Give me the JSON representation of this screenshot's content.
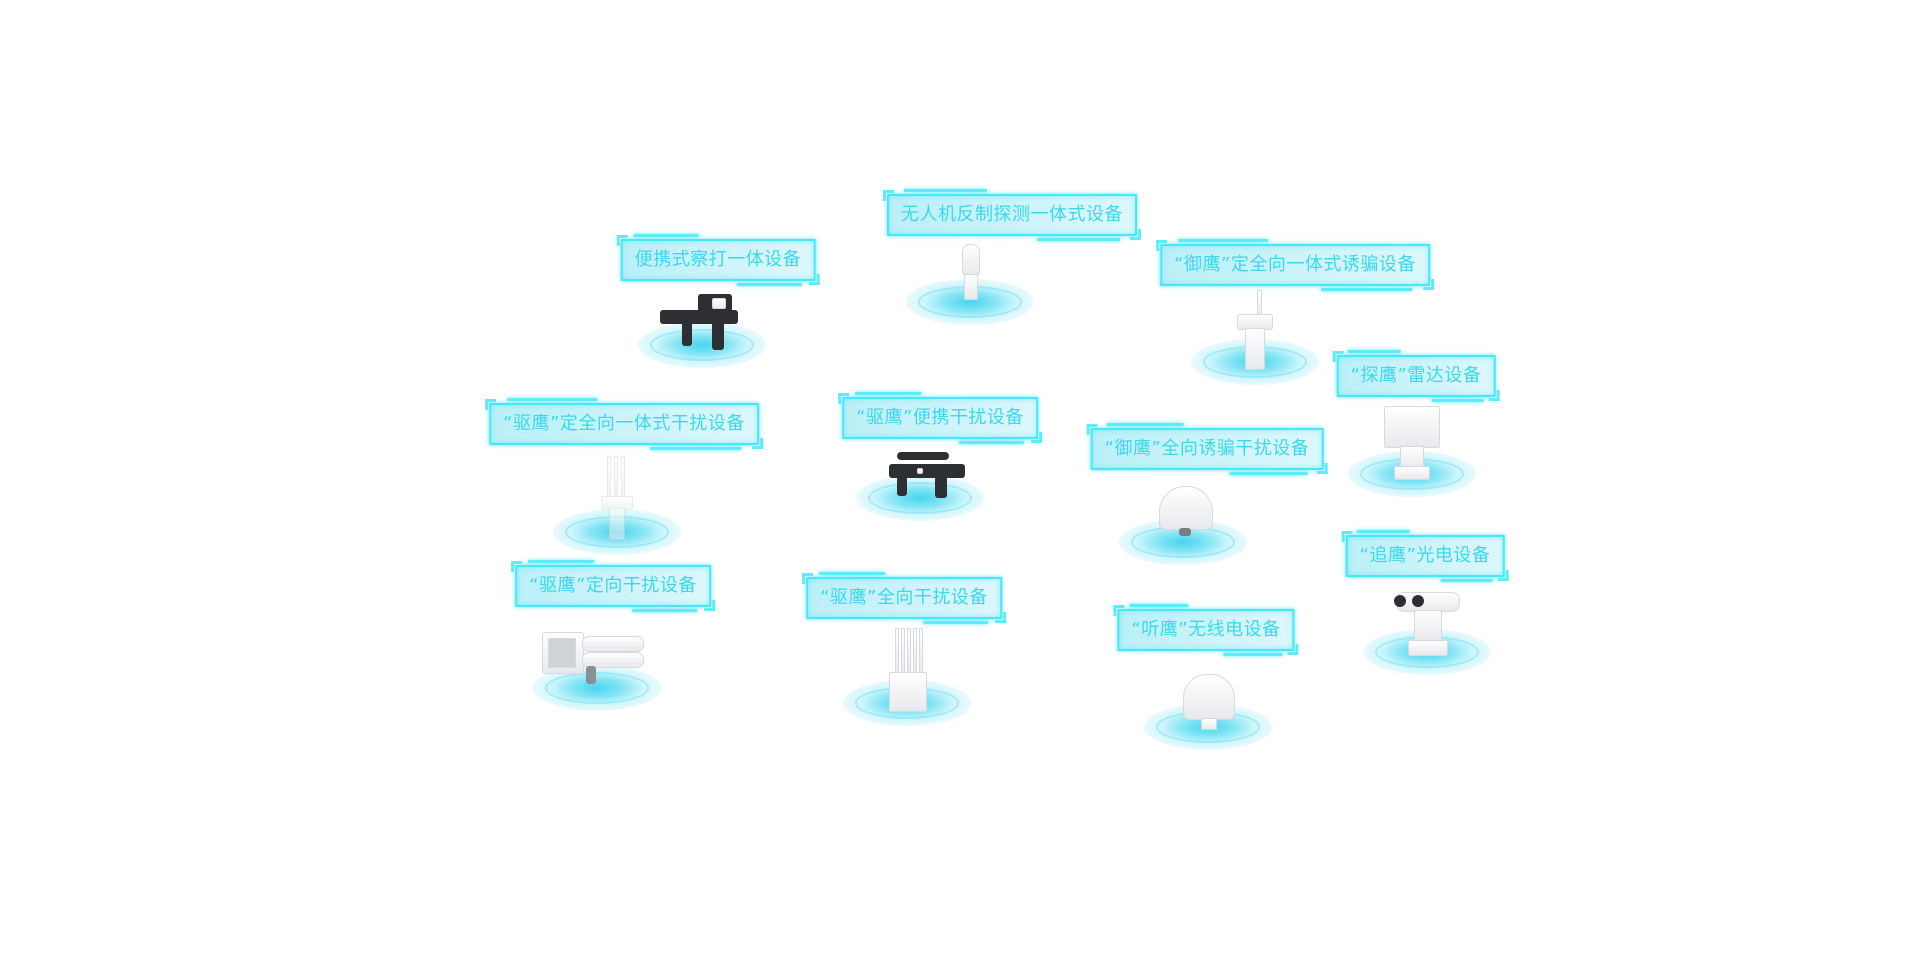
{
  "devices": [
    {
      "label": "无人机反制探测一体式设备",
      "icon": "detector-pole-icon"
    },
    {
      "label": "便携式察打一体设备",
      "icon": "handheld-jammer-gun-icon"
    },
    {
      "label": "“御鹰”定全向一体式诱骗设备",
      "icon": "spoofing-mast-icon"
    },
    {
      "label": "“探鹰”雷达设备",
      "icon": "radar-panel-icon"
    },
    {
      "label": "“驱鹰”定全向一体式干扰设备",
      "icon": "antenna-array-icon"
    },
    {
      "label": "“驱鹰”便携干扰设备",
      "icon": "rifle-jammer-icon"
    },
    {
      "label": "“御鹰”全向诱骗干扰设备",
      "icon": "dome-spoofer-icon"
    },
    {
      "label": "“追鹰”光电设备",
      "icon": "electro-optical-camera-icon"
    },
    {
      "label": "“驱鹰”定向干扰设备",
      "icon": "directional-jammer-icon"
    },
    {
      "label": "“驱鹰”全向干扰设备",
      "icon": "omni-jammer-box-icon"
    },
    {
      "label": "“听鹰”无线电设备",
      "icon": "radio-dome-icon"
    }
  ],
  "colors": {
    "label_text": "#3ad8ee",
    "label_border": "#44e8f8",
    "platform_core": "#28cdeb"
  }
}
